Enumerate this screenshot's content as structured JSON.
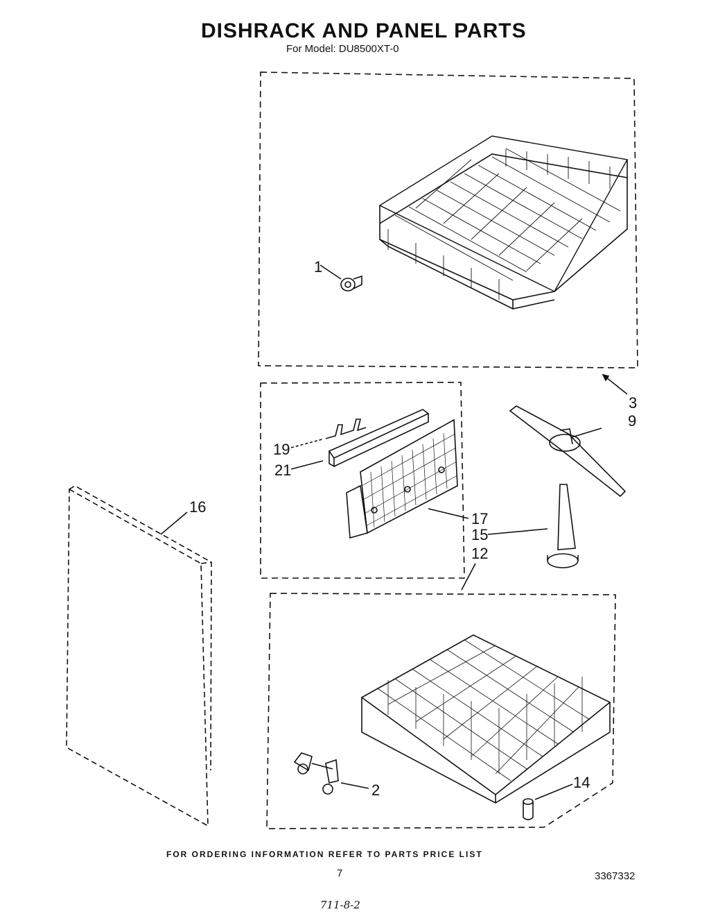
{
  "header": {
    "title": "DISHRACK AND PANEL PARTS",
    "subtitle": "For Model: DU8500XT-0"
  },
  "callouts": [
    "1",
    "3",
    "9",
    "19",
    "21",
    "17",
    "15",
    "12",
    "16",
    "2",
    "14"
  ],
  "footer": {
    "ordering_note": "FOR ORDERING INFORMATION REFER TO PARTS PRICE LIST",
    "page_number": "7",
    "document_number": "3367332",
    "handwritten_note": "711-8-2"
  }
}
